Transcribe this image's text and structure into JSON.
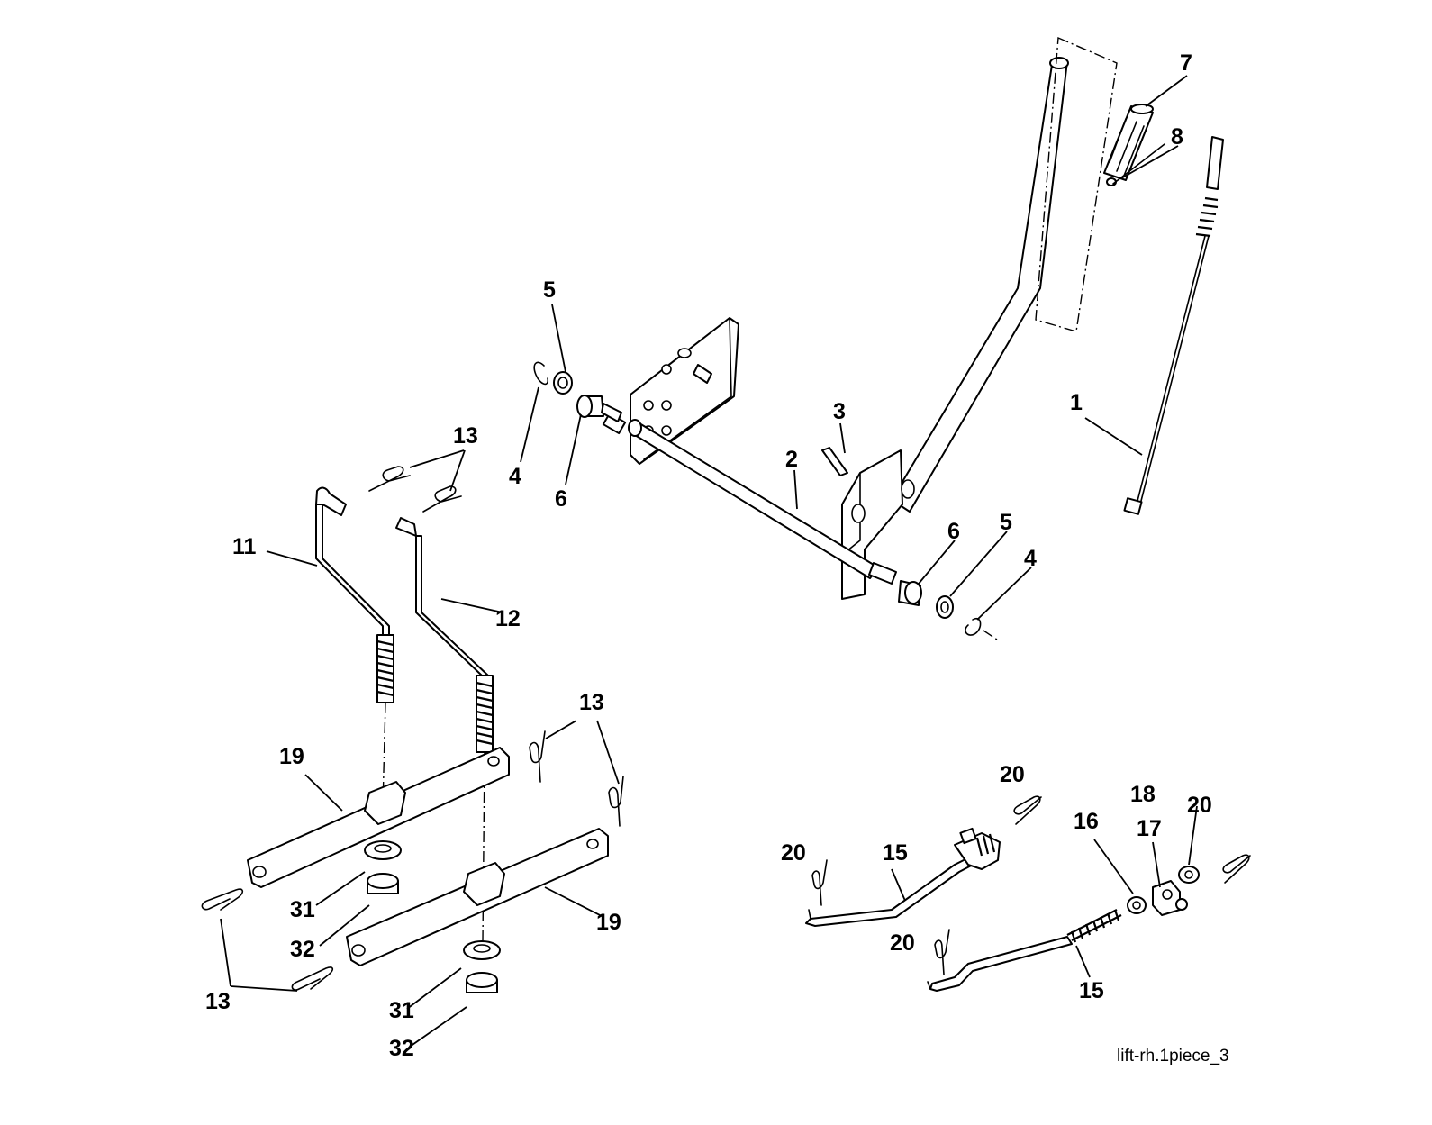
{
  "diagram": {
    "caption": "lift-rh.1piece_3",
    "callouts": {
      "c1": "1",
      "c2": "2",
      "c3": "3",
      "c4a": "4",
      "c4b": "4",
      "c5a": "5",
      "c5b": "5",
      "c6a": "6",
      "c6b": "6",
      "c7": "7",
      "c8": "8",
      "c11": "11",
      "c12": "12",
      "c13a": "13",
      "c13b": "13",
      "c13c": "13",
      "c15a": "15",
      "c15b": "15",
      "c16": "16",
      "c17": "17",
      "c18": "18",
      "c19a": "19",
      "c19b": "19",
      "c20a": "20",
      "c20b": "20",
      "c20c": "20",
      "c20d": "20",
      "c31a": "31",
      "c31b": "31",
      "c32a": "32",
      "c32b": "32"
    }
  }
}
